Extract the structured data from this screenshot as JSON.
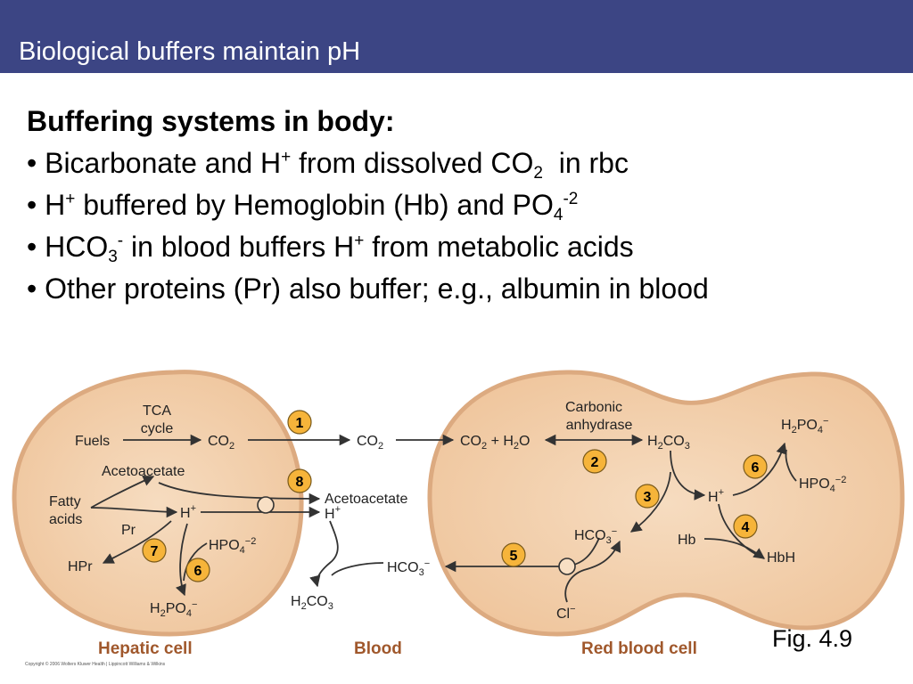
{
  "slide": {
    "title": "Biological buffers maintain pH"
  },
  "bullets": {
    "heading": "Buffering systems in body:",
    "b1": {
      "bullet": "•",
      "p1": "Bicarbonate and H",
      "sup1": "+",
      "p2": " from dissolved CO",
      "sub1": "2",
      "p3": "  in rbc"
    },
    "b2": {
      "bullet": "•",
      "p1": "H",
      "sup1": "+",
      "p2": " buffered by Hemoglobin (Hb) and PO",
      "sub1": "4",
      "sup2": "-2"
    },
    "b3": {
      "bullet": "•",
      "p1": "HCO",
      "sub1": "3",
      "sup1": "-",
      "p2": " in blood buffers H",
      "sup2": "+",
      "p3": " from metabolic acids"
    },
    "b4": {
      "bullet": "•",
      "p1": "Other proteins (Pr) also buffer; e.g., albumin in blood"
    }
  },
  "diagram": {
    "colors": {
      "cell_fill": "#f2cfaa",
      "cell_stroke": "#dca67c",
      "badge_fill": "#f6b43a",
      "section_label": "#a0582c"
    },
    "hepatic": {
      "tca1": "TCA",
      "tca2": "cycle",
      "fuels": "Fuels",
      "co2_main": "CO",
      "co2_sub": "2",
      "acetoacetate": "Acetoacetate",
      "fatty1": "Fatty",
      "fatty2": "acids",
      "hplus_main": "H",
      "hplus_sup": "+",
      "pr": "Pr",
      "hpr": "HPr",
      "hpo4_main": "HPO",
      "hpo4_sub": "4",
      "hpo4_sup": "−2",
      "h2po4_a": "H",
      "h2po4_sub1": "2",
      "h2po4_b": "PO",
      "h2po4_sub2": "4",
      "h2po4_sup": "−",
      "section": "Hepatic cell"
    },
    "blood": {
      "co2_main": "CO",
      "co2_sub": "2",
      "acetoacetate": "Acetoacetate",
      "hplus_main": "H",
      "hplus_sup": "+",
      "hco3_main": "HCO",
      "hco3_sub": "3",
      "hco3_sup": "−",
      "h2co3_a": "H",
      "h2co3_sub1": "2",
      "h2co3_b": "CO",
      "h2co3_sub2": "3",
      "section": "Blood"
    },
    "rbc": {
      "carbonic1": "Carbonic",
      "carbonic2": "anhydrase",
      "co2_main": "CO",
      "co2_sub": "2",
      "plus_h": " + H",
      "h2o_sub": "2",
      "h2o_o": "O",
      "h2co3_a": "H",
      "h2co3_sub1": "2",
      "h2co3_b": "CO",
      "h2co3_sub2": "3",
      "hplus_main": "H",
      "hplus_sup": "+",
      "hco3_main": "HCO",
      "hco3_sub": "3",
      "hco3_sup": "−",
      "hb": "Hb",
      "hbh": "HbH",
      "h2po4_a": "H",
      "h2po4_sub1": "2",
      "h2po4_b": "PO",
      "h2po4_sub2": "4",
      "h2po4_sup": "−",
      "hpo4_main": "HPO",
      "hpo4_sub": "4",
      "hpo4_sup": "−2",
      "cl_main": "Cl",
      "cl_sup": "−",
      "section": "Red blood cell"
    },
    "badges": {
      "b1": "1",
      "b2": "2",
      "b3": "3",
      "b4": "4",
      "b5": "5",
      "b6a": "6",
      "b6b": "6",
      "b7": "7",
      "b8": "8"
    }
  },
  "fig": {
    "label": "Fig. 4.9"
  },
  "copyright": "Copyright © 2006 Wolters Kluwer Health | Lippincott Williams & Wilkins"
}
